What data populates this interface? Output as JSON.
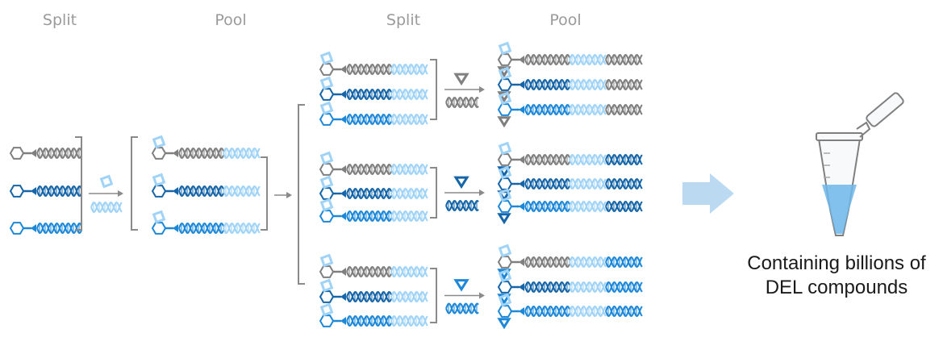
{
  "stages": {
    "split_1": "Split",
    "pool_1": "Pool",
    "split_2": "Split",
    "pool_2": "Pool"
  },
  "caption": {
    "line1": "Containing billions of",
    "line2": "DEL compounds"
  },
  "colors": {
    "grey": "#7f7f7f",
    "dark_blue": "#1565a8",
    "mid_blue": "#1e88d8",
    "light_blue": "#9fd3f7",
    "arrow_block": "#bcd9f2",
    "tube_liquid": "#6db7ea"
  }
}
